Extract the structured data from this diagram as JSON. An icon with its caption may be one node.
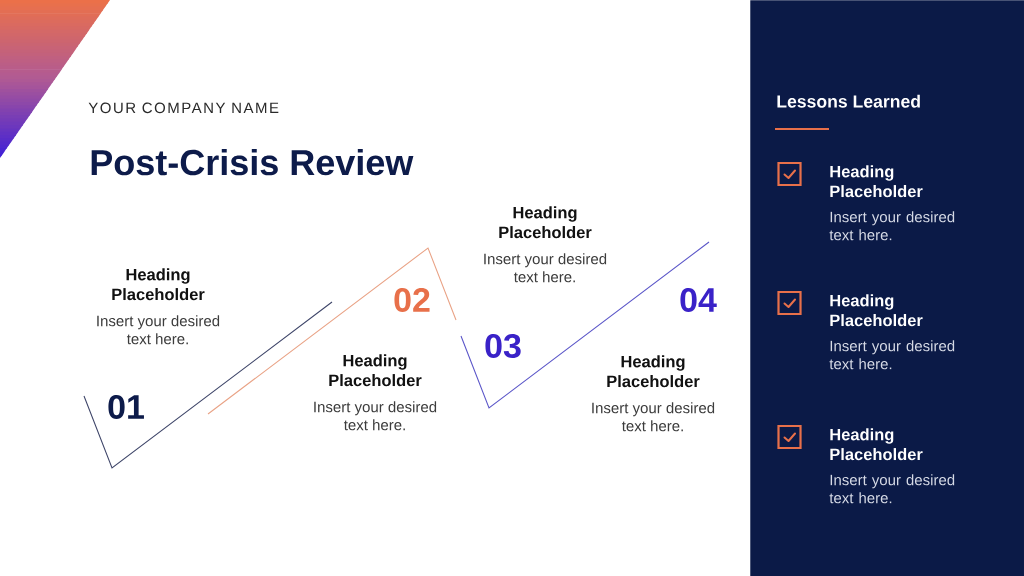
{
  "diagram": {
    "title": "Post-Crisis Review",
    "nodes": [
      {
        "text": [
          "Lessons Learned",
          "Heading Placeholder",
          "Insert your desired text here.",
          "Heading Placeholder",
          "Insert your desired text here.",
          "Heading Placeholder",
          "Insert your desired text here."
        ]
      }
    ],
    "labels": [
      "YOUR COMPANY NAME",
      "Heading Placeholder",
      "Insert your desired text here.",
      "01",
      "02",
      "Heading Placeholder",
      "Insert your desired text here.",
      "Heading Placeholder",
      "Insert your desired text here.",
      "03",
      "04",
      "Heading Placeholder",
      "Insert your desired text here."
    ]
  }
}
